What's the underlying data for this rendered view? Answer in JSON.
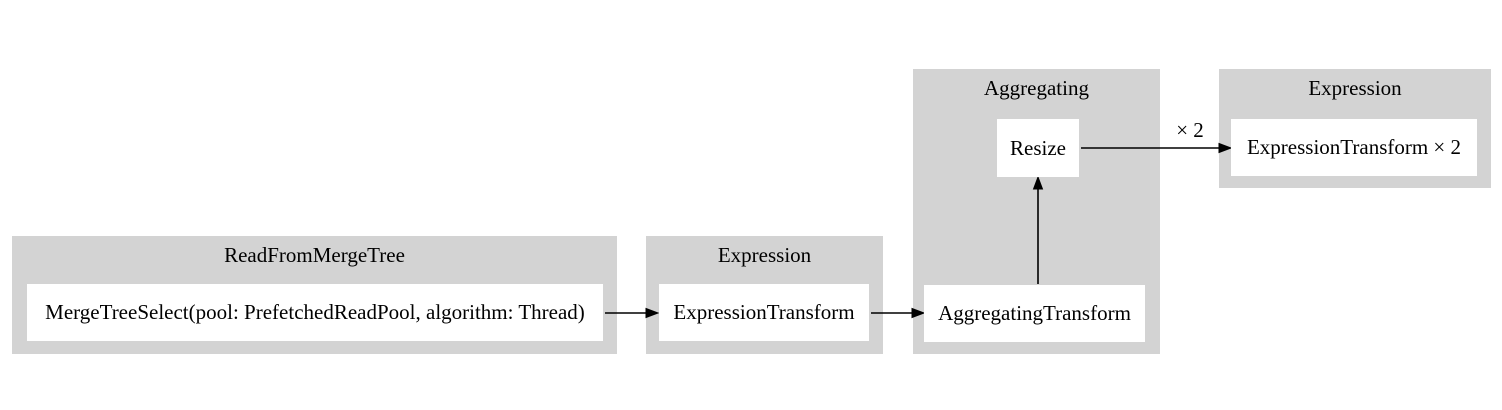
{
  "diagram": {
    "type": "pipeline-graph",
    "colors": {
      "background": "#ffffff",
      "cluster_fill": "#d3d3d3",
      "node_fill": "#ffffff",
      "text": "#000000",
      "edge": "#000000"
    },
    "clusters": [
      {
        "title": "ReadFromMergeTree",
        "nodes": [
          {
            "label": "MergeTreeSelect(pool: PrefetchedReadPool, algorithm: Thread)"
          }
        ]
      },
      {
        "title": "Expression",
        "nodes": [
          {
            "label": "ExpressionTransform"
          }
        ]
      },
      {
        "title": "Aggregating",
        "nodes": [
          {
            "label": "Resize"
          },
          {
            "label": "AggregatingTransform"
          }
        ]
      },
      {
        "title": "Expression",
        "nodes": [
          {
            "label": "ExpressionTransform × 2"
          }
        ]
      }
    ],
    "edges": [
      {
        "from": "MergeTreeSelect(pool: PrefetchedReadPool, algorithm: Thread)",
        "to": "ExpressionTransform",
        "label": ""
      },
      {
        "from": "ExpressionTransform",
        "to": "AggregatingTransform",
        "label": ""
      },
      {
        "from": "AggregatingTransform",
        "to": "Resize",
        "label": ""
      },
      {
        "from": "Resize",
        "to": "ExpressionTransform × 2",
        "label": "× 2"
      }
    ]
  }
}
